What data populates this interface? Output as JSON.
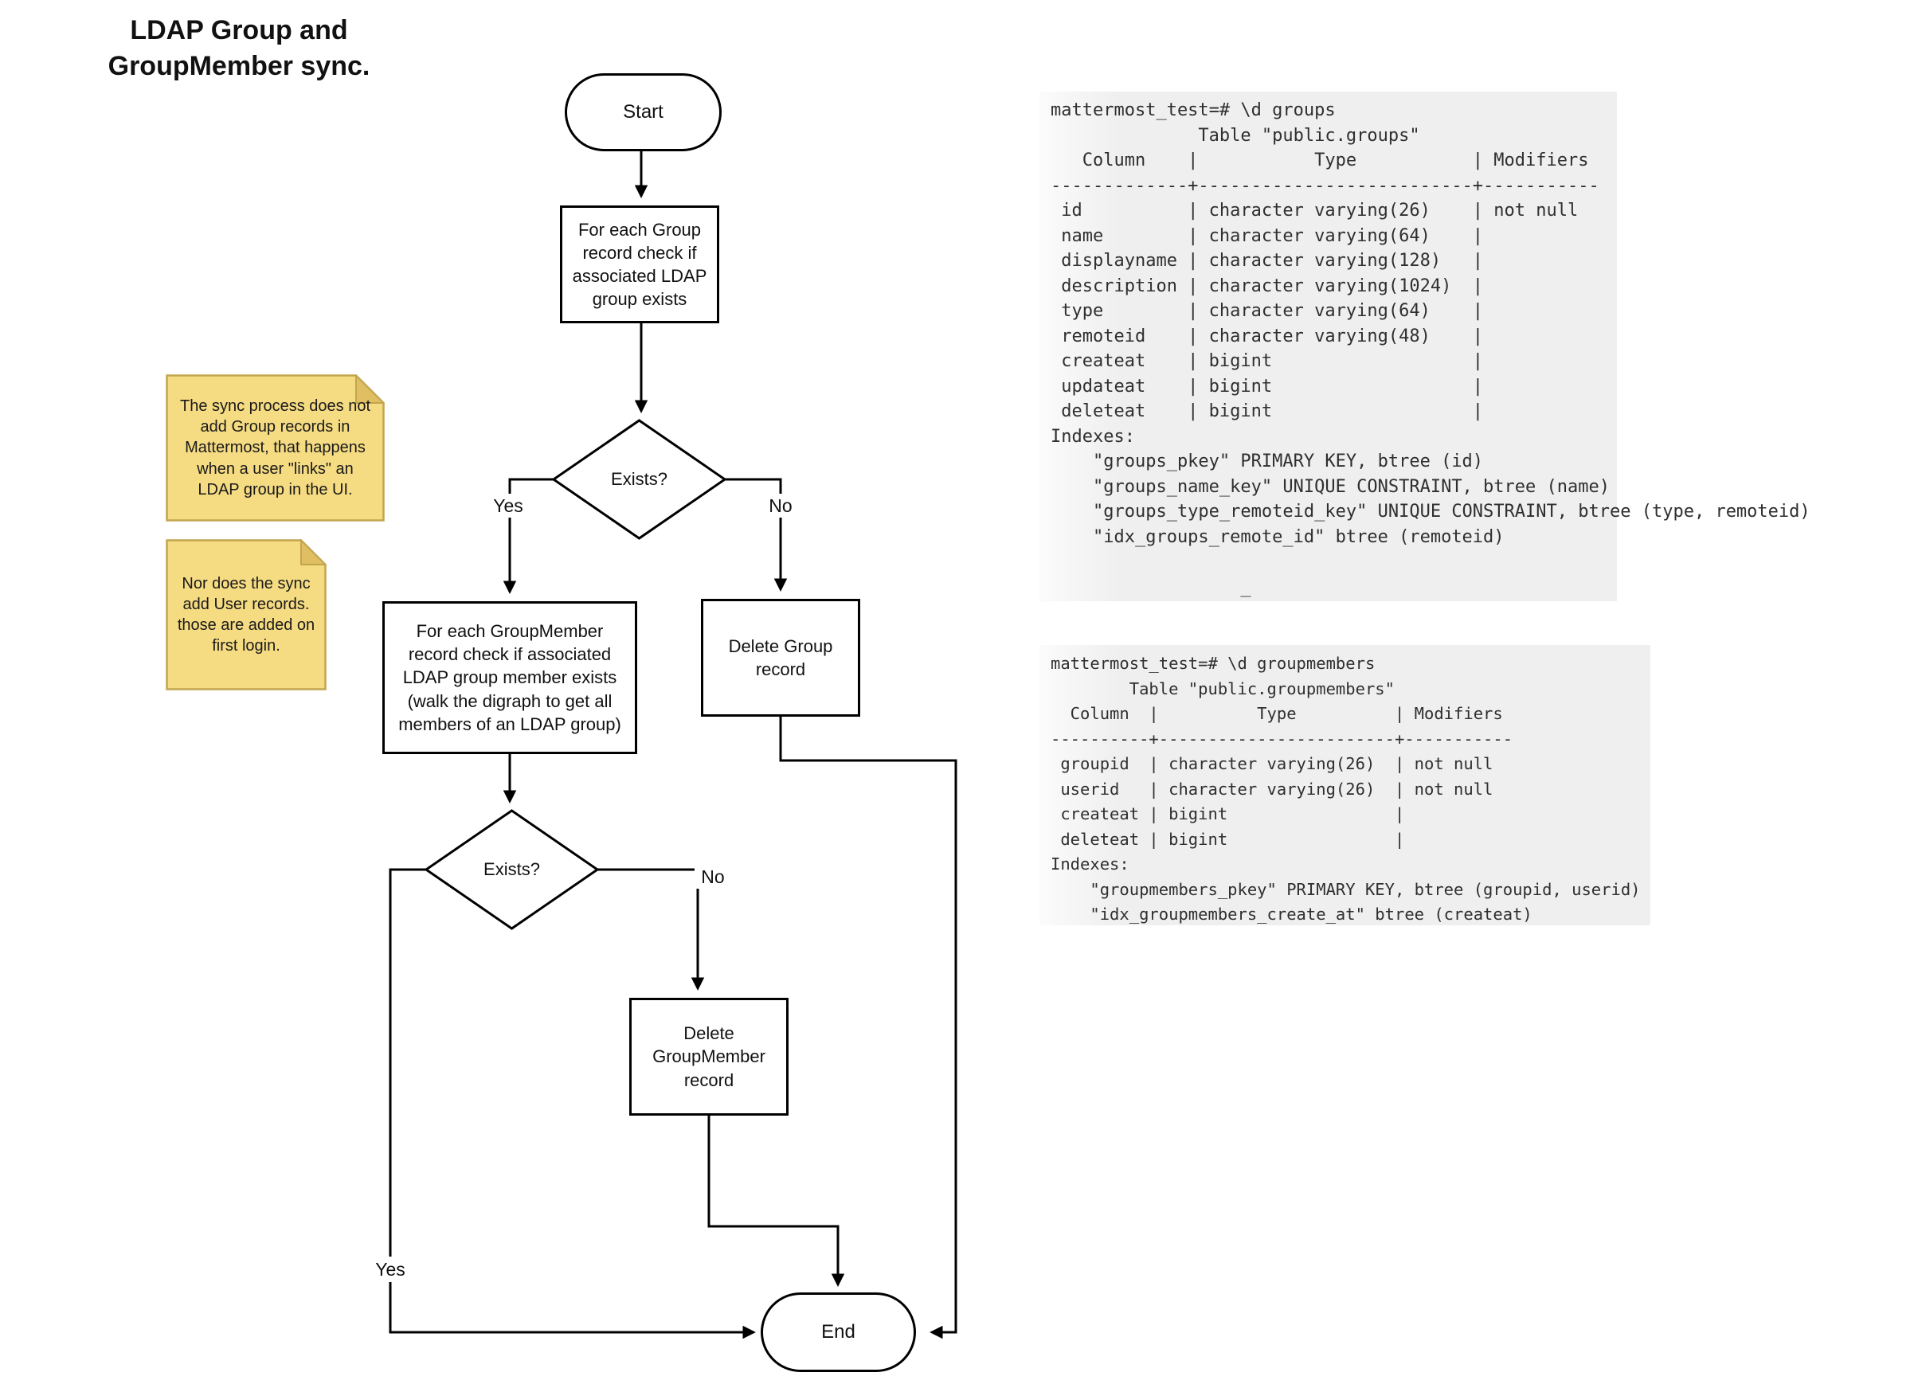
{
  "page": {
    "title": "LDAP Group and GroupMember sync."
  },
  "flowchart": {
    "start_label": "Start",
    "check_group": "For each Group record check if associated LDAP group exists",
    "group_exists_question": "Exists?",
    "yes_label": "Yes",
    "no_label": "No",
    "check_groupmember": "For each GroupMember record check if associated LDAP group member exists (walk the digraph to get all members of an LDAP group)",
    "delete_group": "Delete Group record",
    "member_exists_question": "Exists?",
    "delete_groupmember": "Delete GroupMember record",
    "end_label": "End"
  },
  "notes": {
    "groups": "The sync process does not add Group records in Mattermost, that happens when a user \"links\" an LDAP group in the UI.",
    "users": "Nor does the sync add User records. those are added on first login."
  },
  "terminals": {
    "groups": {
      "lines": [
        "mattermost_test=# \\d groups",
        "              Table \"public.groups\"",
        "   Column    |           Type           | Modifiers",
        "-------------+--------------------------+-----------",
        " id          | character varying(26)    | not null",
        " name        | character varying(64)    |",
        " displayname | character varying(128)   |",
        " description | character varying(1024)  |",
        " type        | character varying(64)    |",
        " remoteid    | character varying(48)    |",
        " createat    | bigint                   |",
        " updateat    | bigint                   |",
        " deleteat    | bigint                   |",
        "Indexes:",
        "    \"groups_pkey\" PRIMARY KEY, btree (id)",
        "    \"groups_name_key\" UNIQUE CONSTRAINT, btree (name)",
        "    \"groups_type_remoteid_key\" UNIQUE CONSTRAINT, btree (type, remoteid)",
        "    \"idx_groups_remote_id\" btree (remoteid)",
        "",
        "                  _"
      ]
    },
    "groupmembers": {
      "lines": [
        "mattermost_test=# \\d groupmembers",
        "        Table \"public.groupmembers\"",
        "  Column  |          Type          | Modifiers",
        "----------+------------------------+-----------",
        " groupid  | character varying(26)  | not null",
        " userid   | character varying(26)  | not null",
        " createat | bigint                 |",
        " deleteat | bigint                 |",
        "Indexes:",
        "    \"groupmembers_pkey\" PRIMARY KEY, btree (groupid, userid)",
        "    \"idx_groupmembers_create_at\" btree (createat)"
      ]
    }
  },
  "colors": {
    "note_fill": "#F5DB82",
    "note_border": "#C2A64F",
    "note_fold": "#E0BE62",
    "terminal_bg": "#EFEFEF",
    "terminal_text": "#2F2F2F",
    "line": "#000000"
  }
}
